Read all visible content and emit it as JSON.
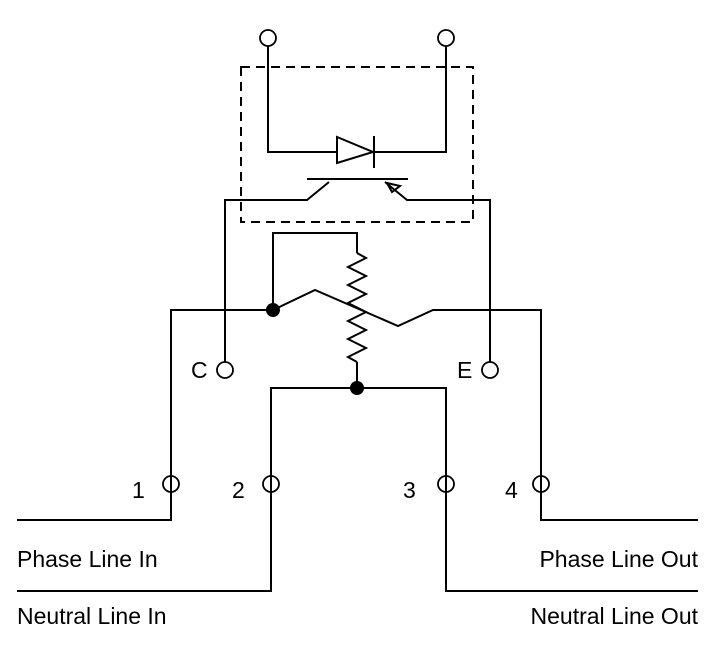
{
  "diagram": {
    "title": "",
    "components": {
      "optocoupler": {
        "name": "optocoupler",
        "parts": [
          "diode",
          "transistor"
        ]
      },
      "potentiometer": {
        "name": "variable-resistor"
      }
    },
    "terminals": {
      "c": "C",
      "e": "E",
      "t1": "1",
      "t2": "2",
      "t3": "3",
      "t4": "4"
    },
    "labels": {
      "phase_in": "Phase Line In",
      "neutral_in": "Neutral Line In",
      "phase_out": "Phase Line Out",
      "neutral_out": "Neutral Line Out"
    },
    "colors": {
      "line": "#000000",
      "background": "#ffffff"
    }
  }
}
